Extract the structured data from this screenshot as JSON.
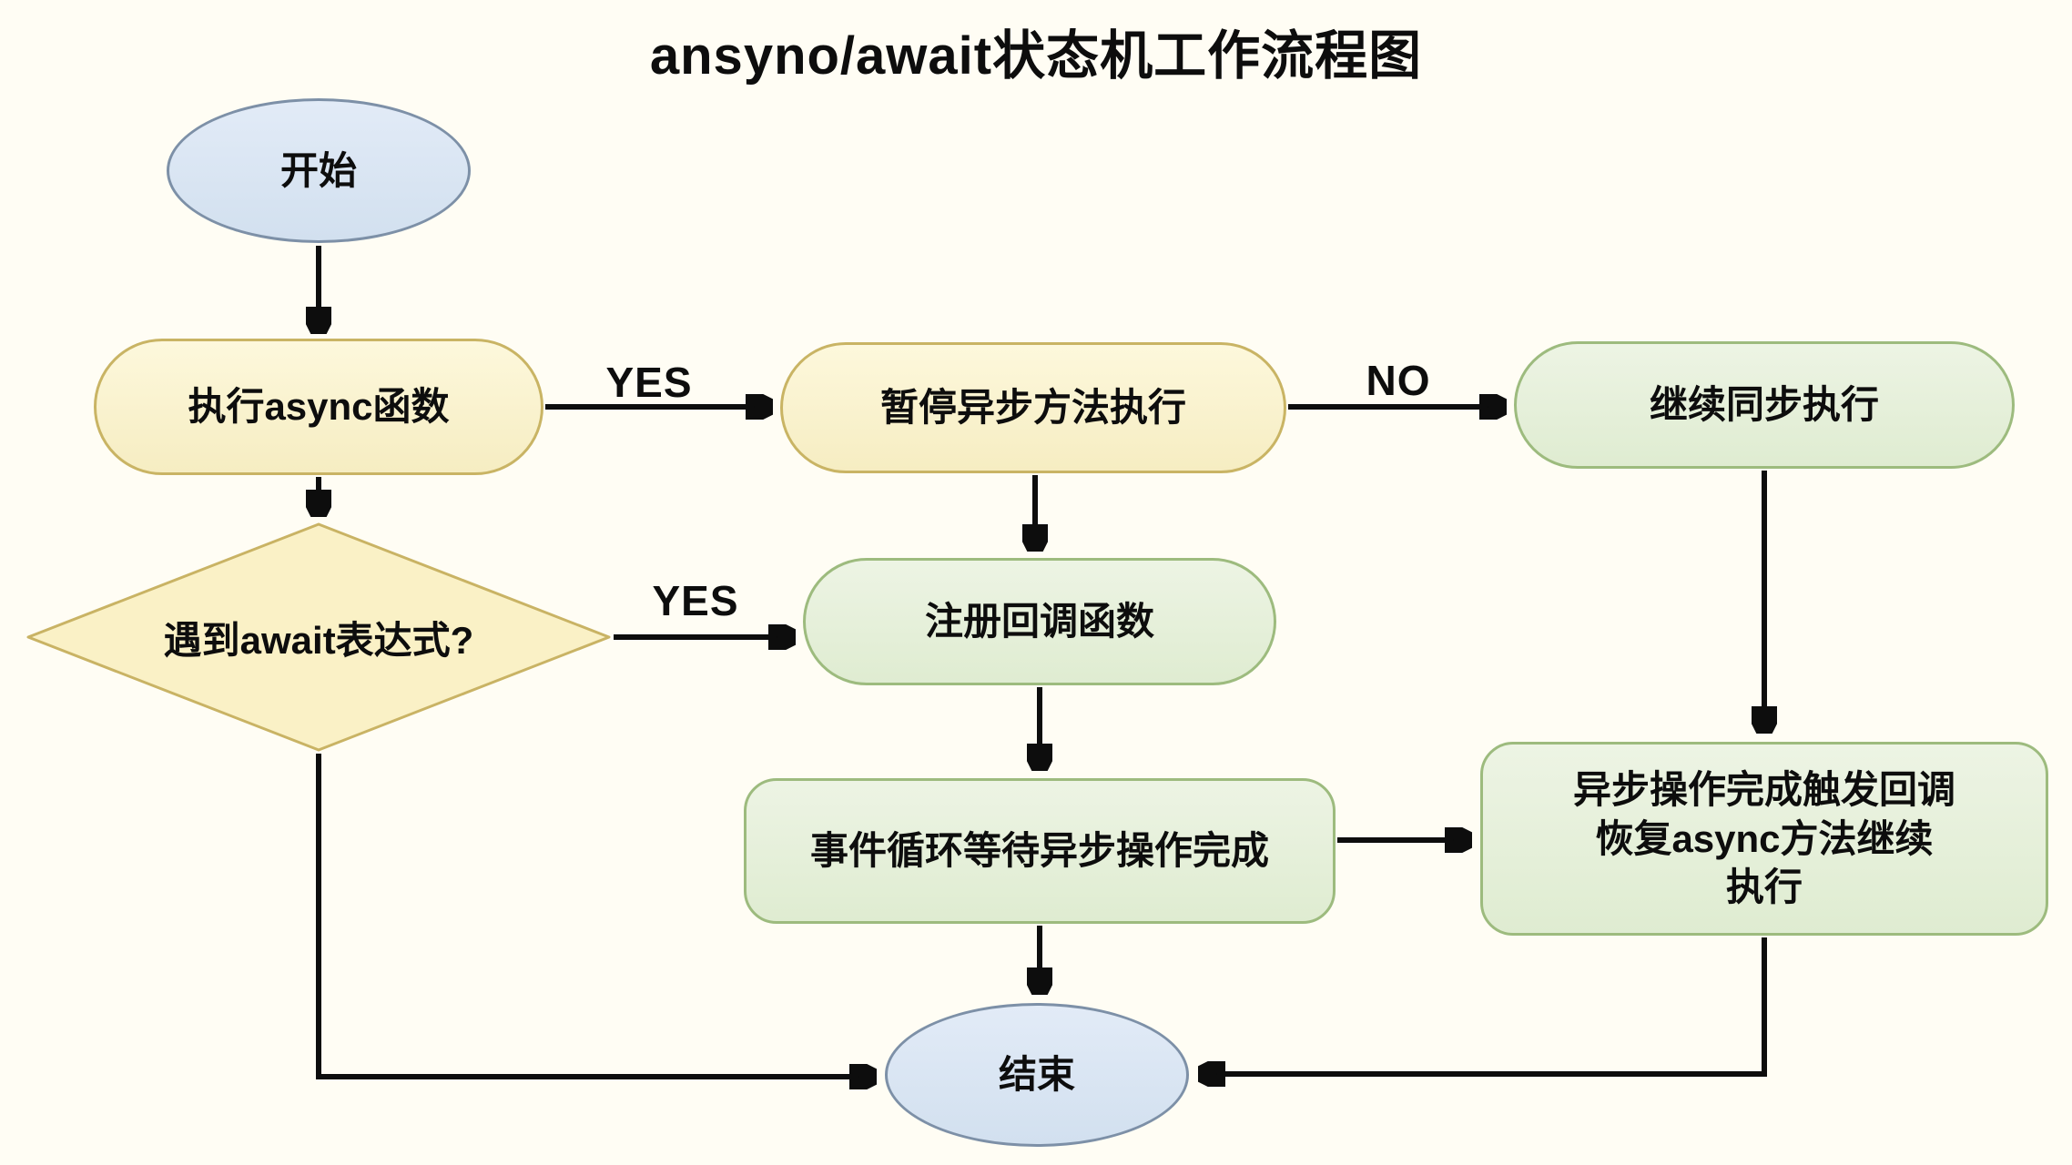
{
  "title": "ansyno/await状态机工作流程图",
  "nodes": {
    "start": "开始",
    "exec_async": "执行async函数",
    "pause_async": "暂停异步方法执行",
    "continue_sync": "继续同步执行",
    "await_check": "遇到await表达式?",
    "register_callback": "注册回调函数",
    "event_loop": "事件循环等待异步操作完成",
    "callback_resume_lines": [
      "异步操作完成触发回调",
      "恢复async方法继续",
      "执行"
    ],
    "end": "结束"
  },
  "edge_labels": {
    "exec_to_pause": "YES",
    "pause_to_continue": "NO",
    "await_to_register": "YES"
  },
  "colors": {
    "background": "#fffdf4",
    "process_yellow_fill": "#faf3cd",
    "process_yellow_border": "#c9b464",
    "process_green_fill": "#e7f1db",
    "process_green_border": "#9dbb7e",
    "terminal_blue_fill": "#dbe7f4",
    "terminal_blue_border": "#7d90a7",
    "decision_fill": "#faf1c6",
    "decision_border": "#c9b364",
    "arrow": "#0d0d0d",
    "text": "#0d0d0d"
  }
}
